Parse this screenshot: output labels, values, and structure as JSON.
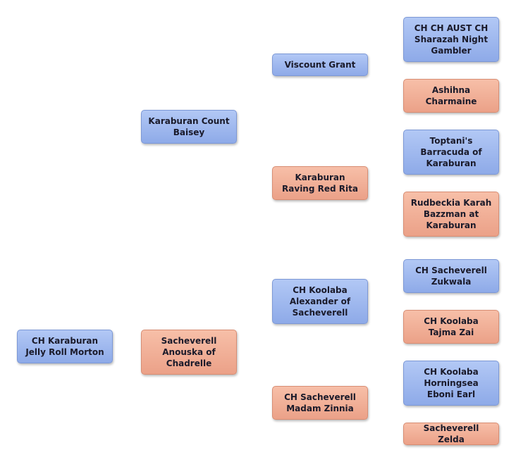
{
  "pedigree": {
    "self": "CH Karaburan Jelly Roll Morton",
    "sire": "Karaburan Count Baisey",
    "dam": "Sacheverell Anouska of Chadrelle",
    "sire_sire": "Viscount Grant",
    "sire_dam": "Karaburan Raving Red Rita",
    "dam_sire": "CH Koolaba Alexander of Sacheverell",
    "dam_dam": "CH Sacheverell Madam Zinnia",
    "sire_sire_sire": "CH CH AUST CH Sharazah Night Gambler",
    "sire_sire_dam": "Ashihna Charmaine",
    "sire_dam_sire": "Toptani's Barracuda of Karaburan",
    "sire_dam_dam": "Rudbeckia Karah Bazzman at Karaburan",
    "dam_sire_sire": "CH Sacheverell Zukwala",
    "dam_sire_dam": "CH Koolaba Tajma Zai",
    "dam_dam_sire": "CH Koolaba Horningsea Eboni Earl",
    "dam_dam_dam": "Sacheverell Zelda"
  },
  "colors": {
    "male": "#9db6ee",
    "female": "#f2b09a"
  }
}
